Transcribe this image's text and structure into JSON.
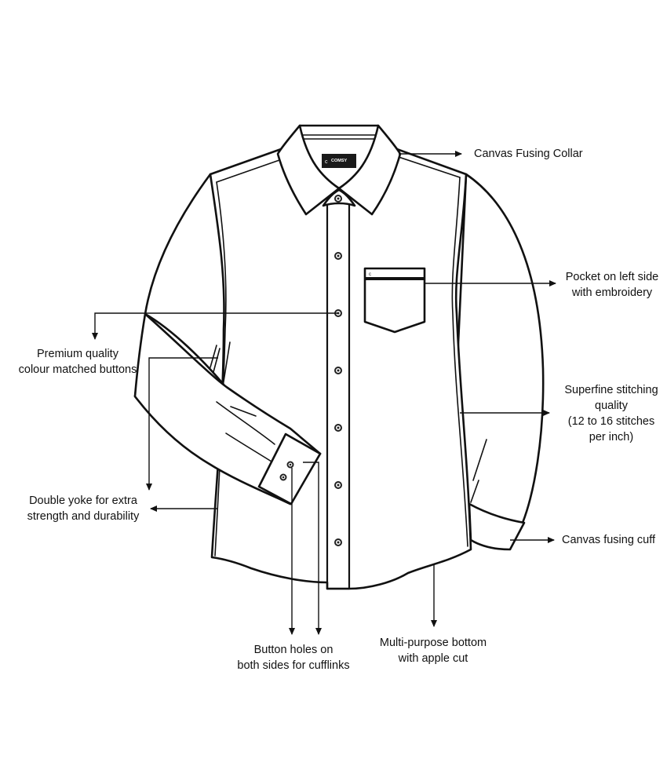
{
  "diagram": {
    "subject": "Long-sleeve formal shirt line drawing",
    "brand_label": {
      "text": "COMSY",
      "color": "#1a1a1a"
    },
    "stroke_color": "#111111",
    "background": "#ffffff",
    "button_count": 7
  },
  "callouts": [
    {
      "id": "collar",
      "lines": [
        "Canvas Fusing Collar"
      ]
    },
    {
      "id": "pocket",
      "lines": [
        "Pocket on left side",
        "with embroidery"
      ]
    },
    {
      "id": "buttons",
      "lines": [
        "Premium quality",
        "colour matched buttons"
      ]
    },
    {
      "id": "stitching",
      "lines": [
        "Superfine stitching",
        "quality",
        "(12 to 16 stitches",
        "per inch)"
      ]
    },
    {
      "id": "yoke",
      "lines": [
        "Double yoke for extra",
        "strength and durability"
      ]
    },
    {
      "id": "cuff",
      "lines": [
        "Canvas fusing cuff"
      ]
    },
    {
      "id": "cufflinks",
      "lines": [
        "Button holes on",
        "both sides for cufflinks"
      ]
    },
    {
      "id": "bottom",
      "lines": [
        "Multi-purpose bottom",
        "with apple cut"
      ]
    }
  ]
}
